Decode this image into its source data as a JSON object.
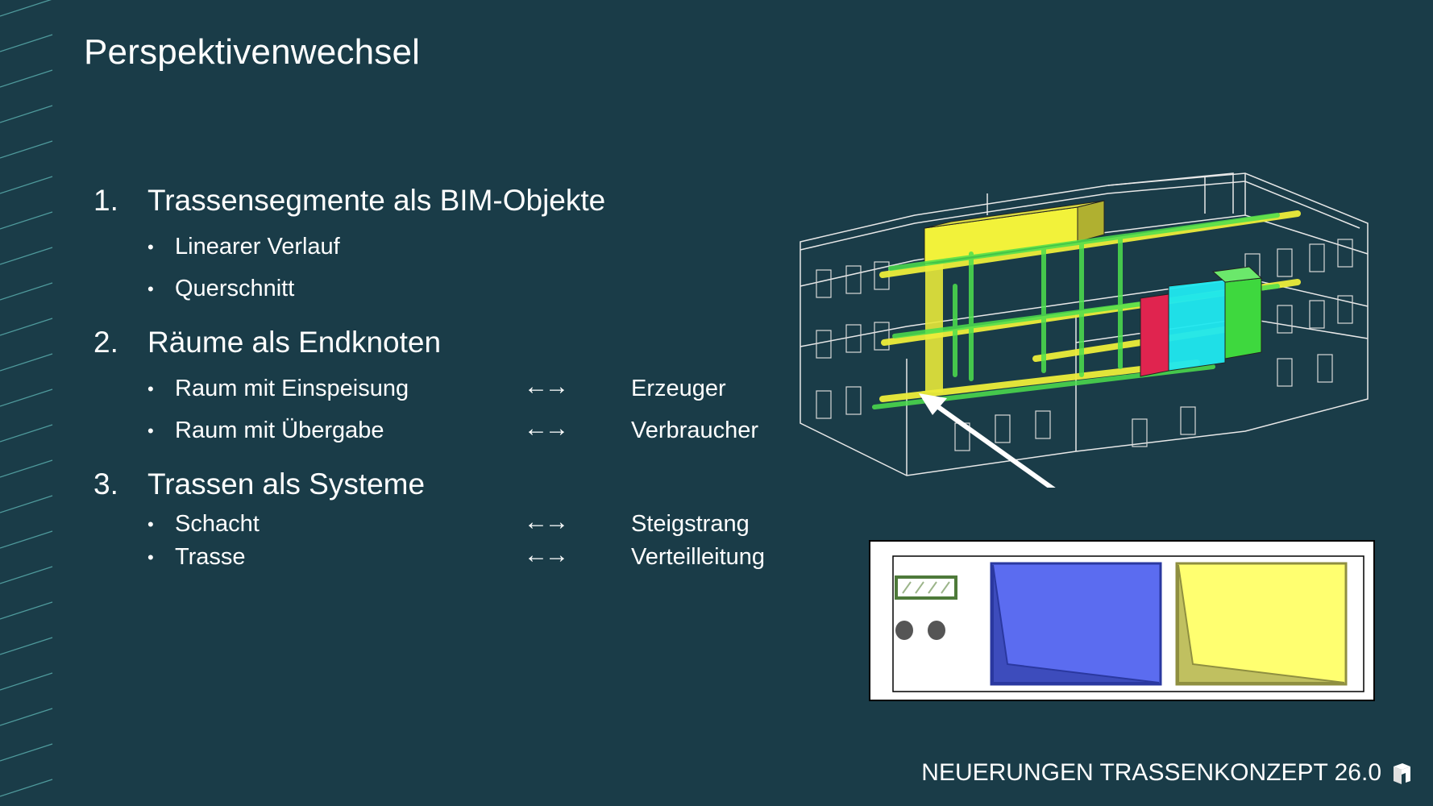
{
  "slide": {
    "title": "Perspektivenwechsel",
    "footer": "NEUERUNGEN TRASSENKONZEPT 26.0",
    "colors": {
      "background": "#1a3c48",
      "stripe": "#4f9a9c",
      "text": "#ffffff",
      "duct_yellow": "#f2f23a",
      "pipe_green": "#4de04d",
      "red_unit": "#e0244f",
      "cyan_unit": "#20e8f0",
      "xsec_blue": "#5b6cf0",
      "xsec_yellow": "#ffff70"
    }
  },
  "list": [
    {
      "number": "1.",
      "heading": "Trassensegmente als BIM-Objekte",
      "bullets": [
        {
          "text": "Linearer Verlauf"
        },
        {
          "text": "Querschnitt"
        }
      ]
    },
    {
      "number": "2.",
      "heading": "Räume als Endknoten",
      "bullets": [
        {
          "text": "Raum mit Einspeisung",
          "arrow": "←→",
          "mapped": "Erzeuger"
        },
        {
          "text": "Raum mit Übergabe",
          "arrow": "←→",
          "mapped": "Verbraucher"
        }
      ]
    },
    {
      "number": "3.",
      "heading": "Trassen als Systeme",
      "bullets": [
        {
          "text": "Schacht",
          "arrow": "←→",
          "mapped": "Steigstrang"
        },
        {
          "text": "Trasse",
          "arrow": "←→",
          "mapped": "Verteilleitung"
        }
      ]
    }
  ],
  "bullet_glyph": "•",
  "figures": {
    "building": {
      "icon": "building-3d-wireframe-icon"
    },
    "cross_section": {
      "icon": "cross-section-icon"
    },
    "pointer": {
      "icon": "arrow-pointer-icon"
    }
  }
}
